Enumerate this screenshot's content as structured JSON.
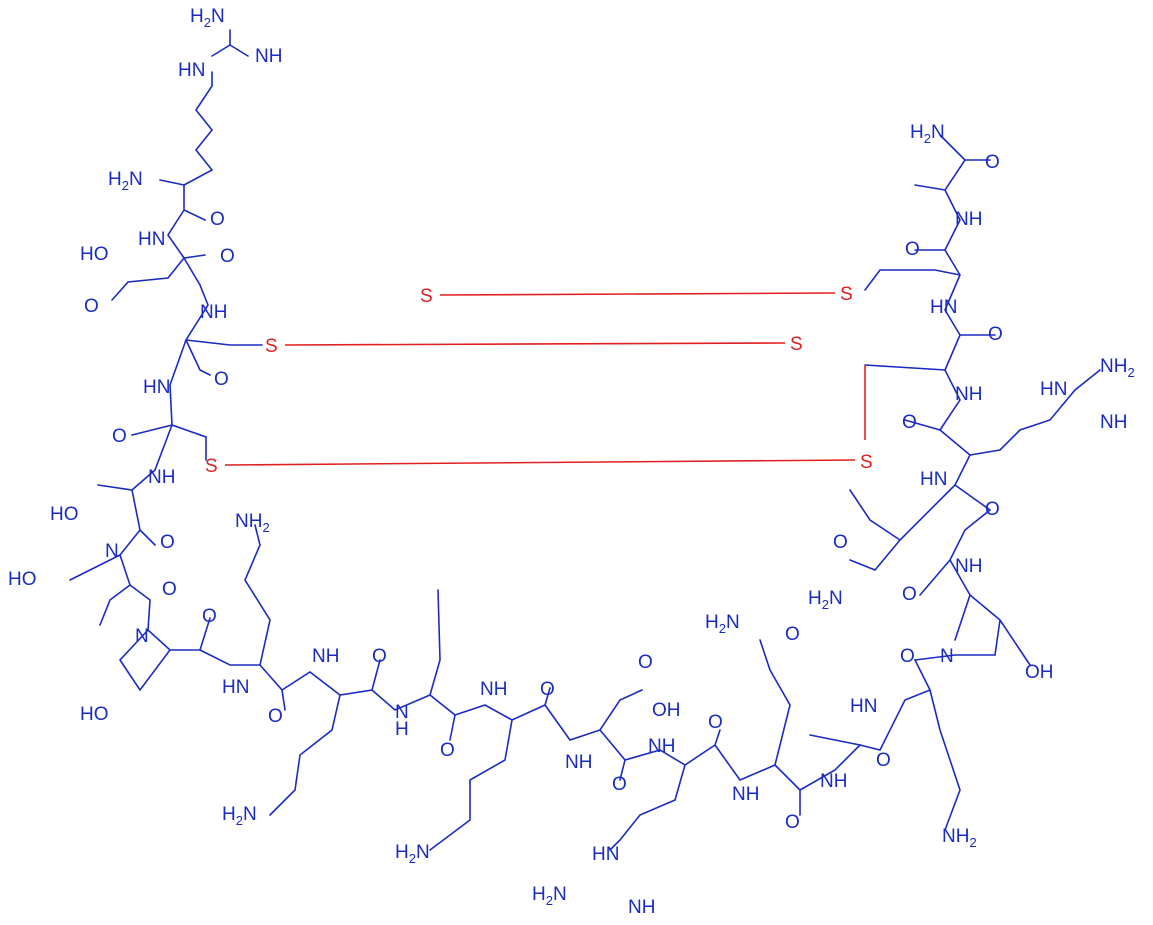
{
  "colors": {
    "atoms": "#1a2bc4",
    "disulfide": "#e02020",
    "background": "#ffffff"
  },
  "labels": {
    "nh2": "NH",
    "h2n": "H",
    "n": "N",
    "nh": "NH",
    "hn": "HN",
    "h": "H",
    "o": "O",
    "oh": "OH",
    "ho": "HO",
    "s": "S",
    "two": "2"
  }
}
